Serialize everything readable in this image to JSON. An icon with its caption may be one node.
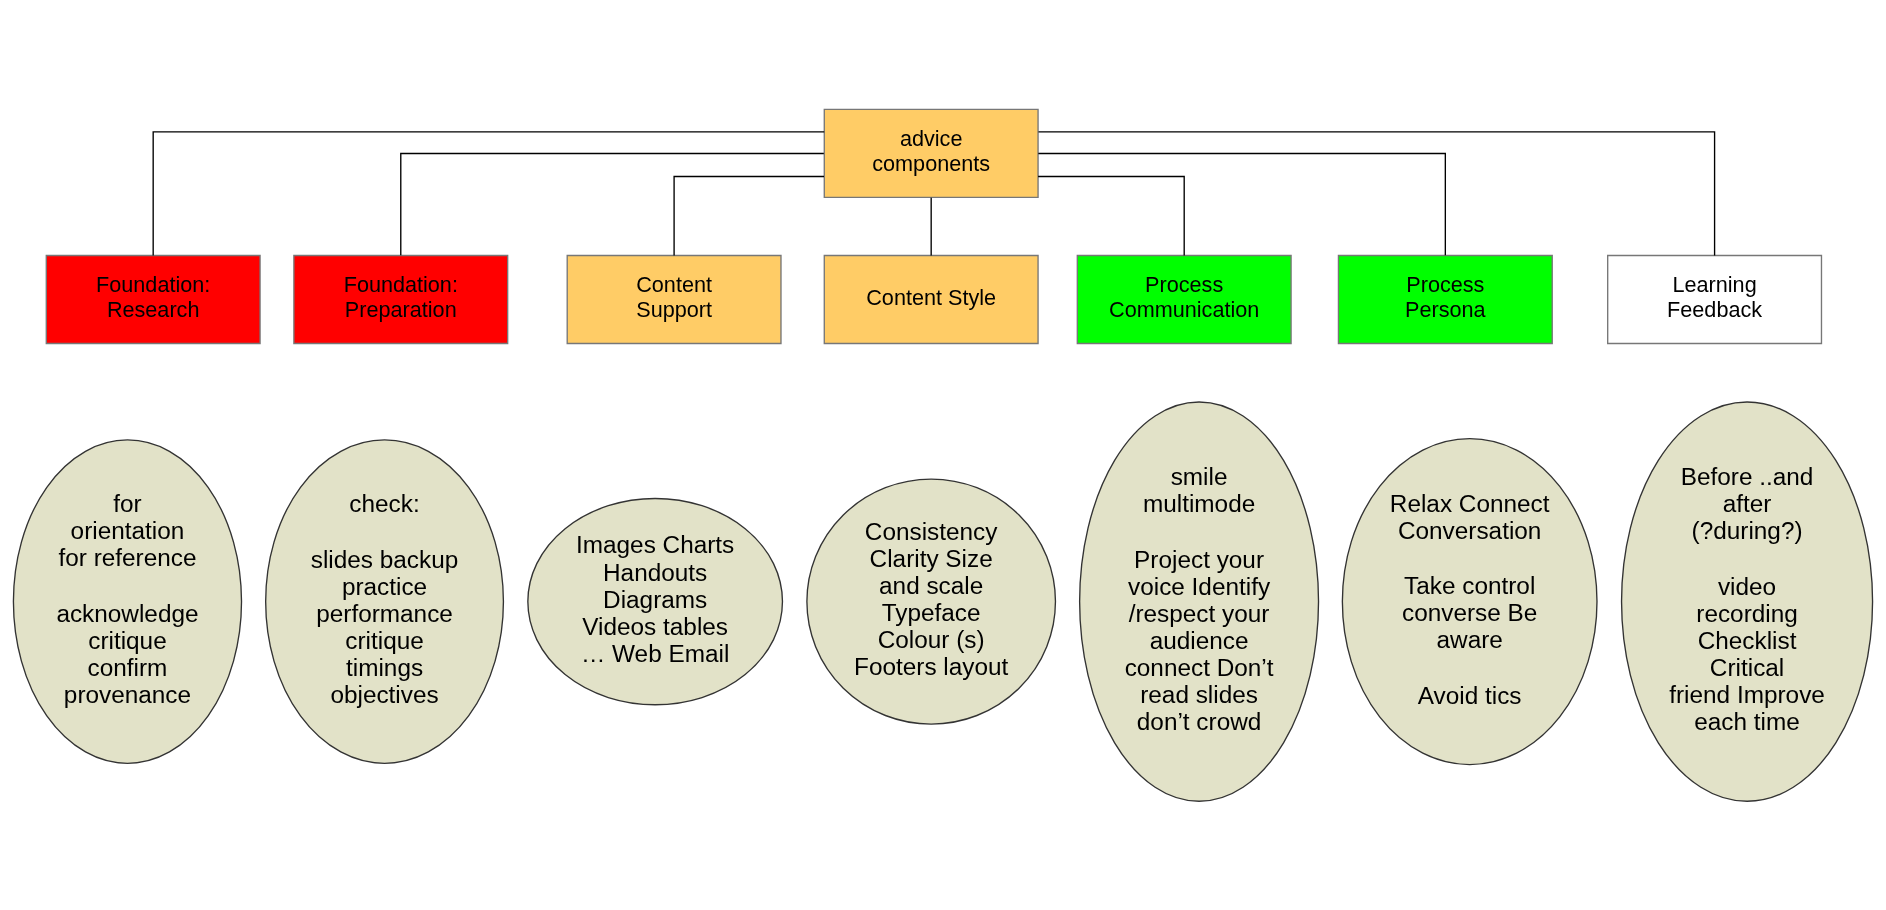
{
  "diagram": {
    "nodes": [
      {
        "text": [
          "advice components"
        ]
      },
      {
        "text": [
          "Foundation: Research"
        ]
      },
      {
        "text": [
          "Foundation: Preparation"
        ]
      },
      {
        "text": [
          "Content Support"
        ]
      },
      {
        "text": [
          "Content Style"
        ]
      },
      {
        "text": [
          "Process Communication"
        ]
      },
      {
        "text": [
          "Process Persona"
        ]
      },
      {
        "text": [
          "Learning Feedback"
        ]
      },
      {
        "text": [
          "for orientation for reference",
          "acknowledge critique confirm provenance"
        ]
      },
      {
        "text": [
          "check:",
          "slides backup practice performance critique timings objectives"
        ]
      },
      {
        "text": [
          "Images Charts Handouts Diagrams Videos tables … Web Email"
        ]
      },
      {
        "text": [
          "Consistency Clarity Size and scale Typeface Colour (s) Footers layout"
        ]
      },
      {
        "text": [
          "smile multimode",
          "Project your voice Identify/respect your audience connect Don’t read slides don’t crowd"
        ]
      },
      {
        "text": [
          "Relax Connect Conversation",
          "Take control converse Be aware",
          "Avoid tics"
        ]
      },
      {
        "text": [
          "Before ..and after (?during?)",
          "video recording Checklist Critical friend Improve each time"
        ]
      }
    ],
    "edges": [
      {
        "from": 0,
        "to": 1,
        "arrow": "none"
      },
      {
        "from": 0,
        "to": 2,
        "arrow": "none"
      },
      {
        "from": 0,
        "to": 3,
        "arrow": "none"
      },
      {
        "from": 0,
        "to": 4,
        "arrow": "none"
      },
      {
        "from": 0,
        "to": 5,
        "arrow": "none"
      },
      {
        "from": 0,
        "to": 6,
        "arrow": "none"
      },
      {
        "from": 0,
        "to": 7,
        "arrow": "none"
      }
    ]
  }
}
